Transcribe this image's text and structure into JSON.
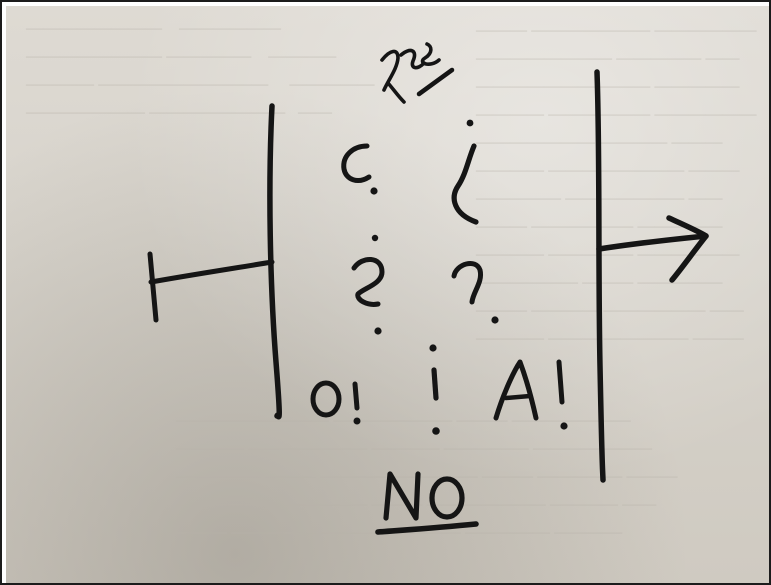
{
  "note": {
    "top_word": "yes",
    "bottom_word": "NO",
    "symbols": {
      "inverted_question": "¿",
      "question": "?",
      "inverted_exclamation": "¡"
    },
    "letters": [
      "c",
      "o",
      "A"
    ]
  },
  "colors": {
    "paper": "#d9d5ce",
    "ink": "#151515",
    "bleed_text": "#b7b2a9"
  }
}
